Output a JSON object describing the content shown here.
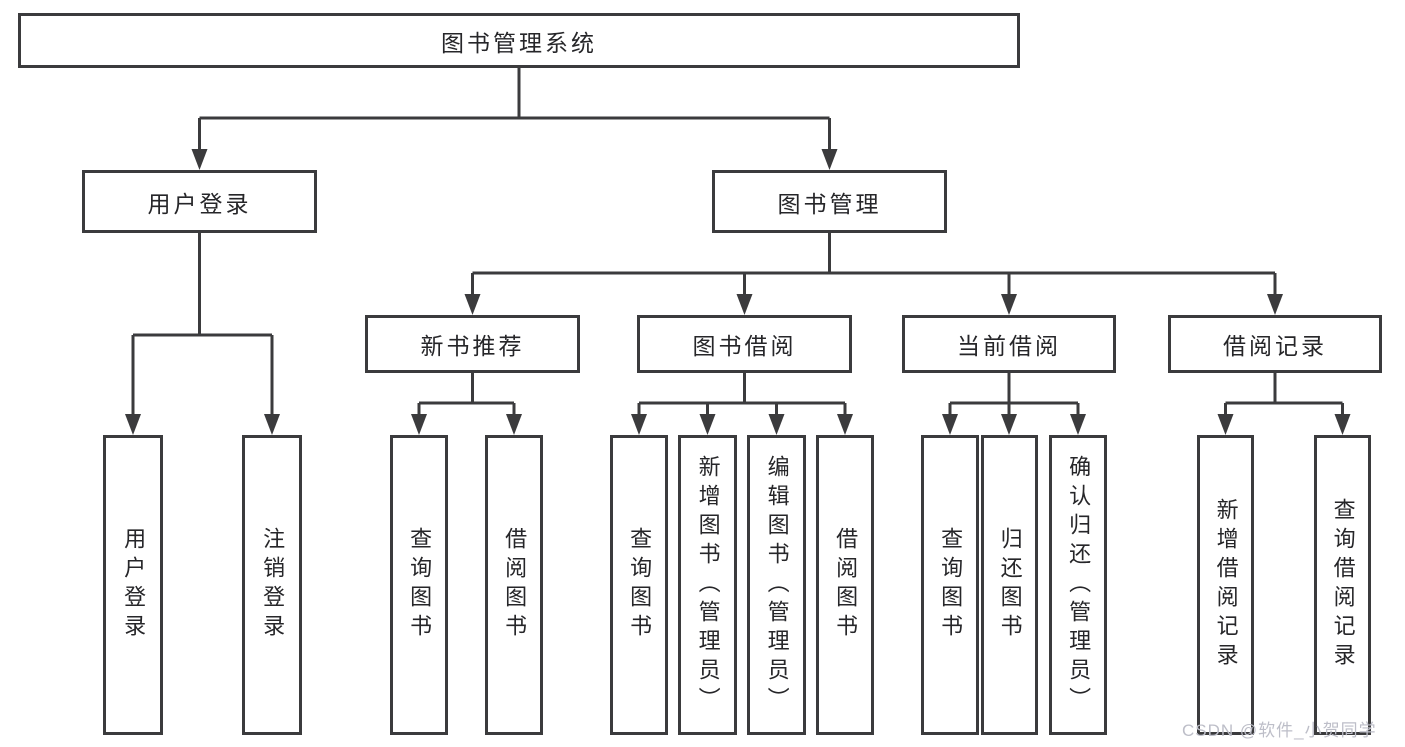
{
  "tree": {
    "root": "图书管理系统",
    "children": [
      {
        "label": "用户登录",
        "children": [
          {
            "label": "用户登录"
          },
          {
            "label": "注销登录"
          }
        ]
      },
      {
        "label": "图书管理",
        "children": [
          {
            "label": "新书推荐",
            "children": [
              {
                "label": "查询图书"
              },
              {
                "label": "借阅图书"
              }
            ]
          },
          {
            "label": "图书借阅",
            "children": [
              {
                "label": "查询图书"
              },
              {
                "label": "新增图书（管理员）"
              },
              {
                "label": "编辑图书（管理员）"
              },
              {
                "label": "借阅图书"
              }
            ]
          },
          {
            "label": "当前借阅",
            "children": [
              {
                "label": "查询图书"
              },
              {
                "label": "归还图书"
              },
              {
                "label": "确认归还（管理员）"
              }
            ]
          },
          {
            "label": "借阅记录",
            "children": [
              {
                "label": "新增借阅记录"
              },
              {
                "label": "查询借阅记录"
              }
            ]
          }
        ]
      }
    ]
  },
  "watermark": {
    "text": "CSDN @软件_小贺同学"
  },
  "colors": {
    "line": "#3b3b3d",
    "box_border": "#3b3b3d",
    "text": "#262629",
    "background": "#ffffff",
    "watermark_text": "#bdbec8"
  }
}
